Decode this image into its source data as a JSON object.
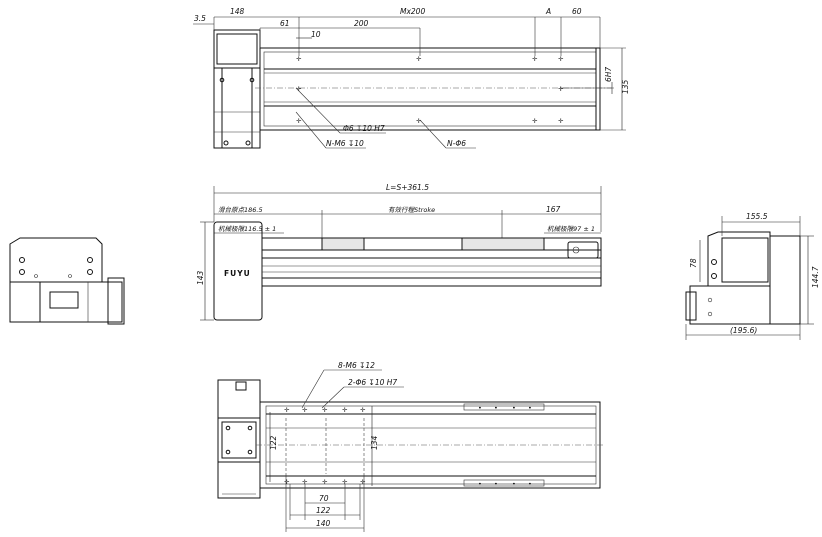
{
  "top_view": {
    "dims": {
      "d_3_5": "3.5",
      "d_148": "148",
      "d_61": "61",
      "d_10": "10",
      "d_200": "200",
      "d_mx200": "Mx200",
      "d_a": "A",
      "d_60": "60",
      "d_6h7": "6H7",
      "d_135": "135"
    },
    "callouts": {
      "pin_hole": "Φ6 ↧10 H7",
      "tap_hole": "N-M6 ↧10",
      "through_hole": "N-Φ6"
    }
  },
  "front_view": {
    "dims": {
      "overall_length": "L=S+361.5",
      "slider_origin": "滑台原点186.5",
      "stroke": "有效行程Stroke",
      "d_167": "167",
      "mech_limit_left": "机械极限116.5 ± 1",
      "mech_limit_right": "机械极限97 ± 1",
      "height_143": "143"
    },
    "brand": "FUYU"
  },
  "right_view": {
    "dims": {
      "d_155_5": "155.5",
      "d_78": "78",
      "d_144_7": "144.7",
      "d_195_6": "(195.6)"
    }
  },
  "bottom_view": {
    "callouts": {
      "tap_hole": "8-M6 ↧12",
      "pin_hole": "2-Φ6 ↧10 H7"
    },
    "dims": {
      "d_122_v": "122",
      "d_134": "134",
      "d_70": "70",
      "d_122_h": "122",
      "d_140": "140"
    }
  }
}
